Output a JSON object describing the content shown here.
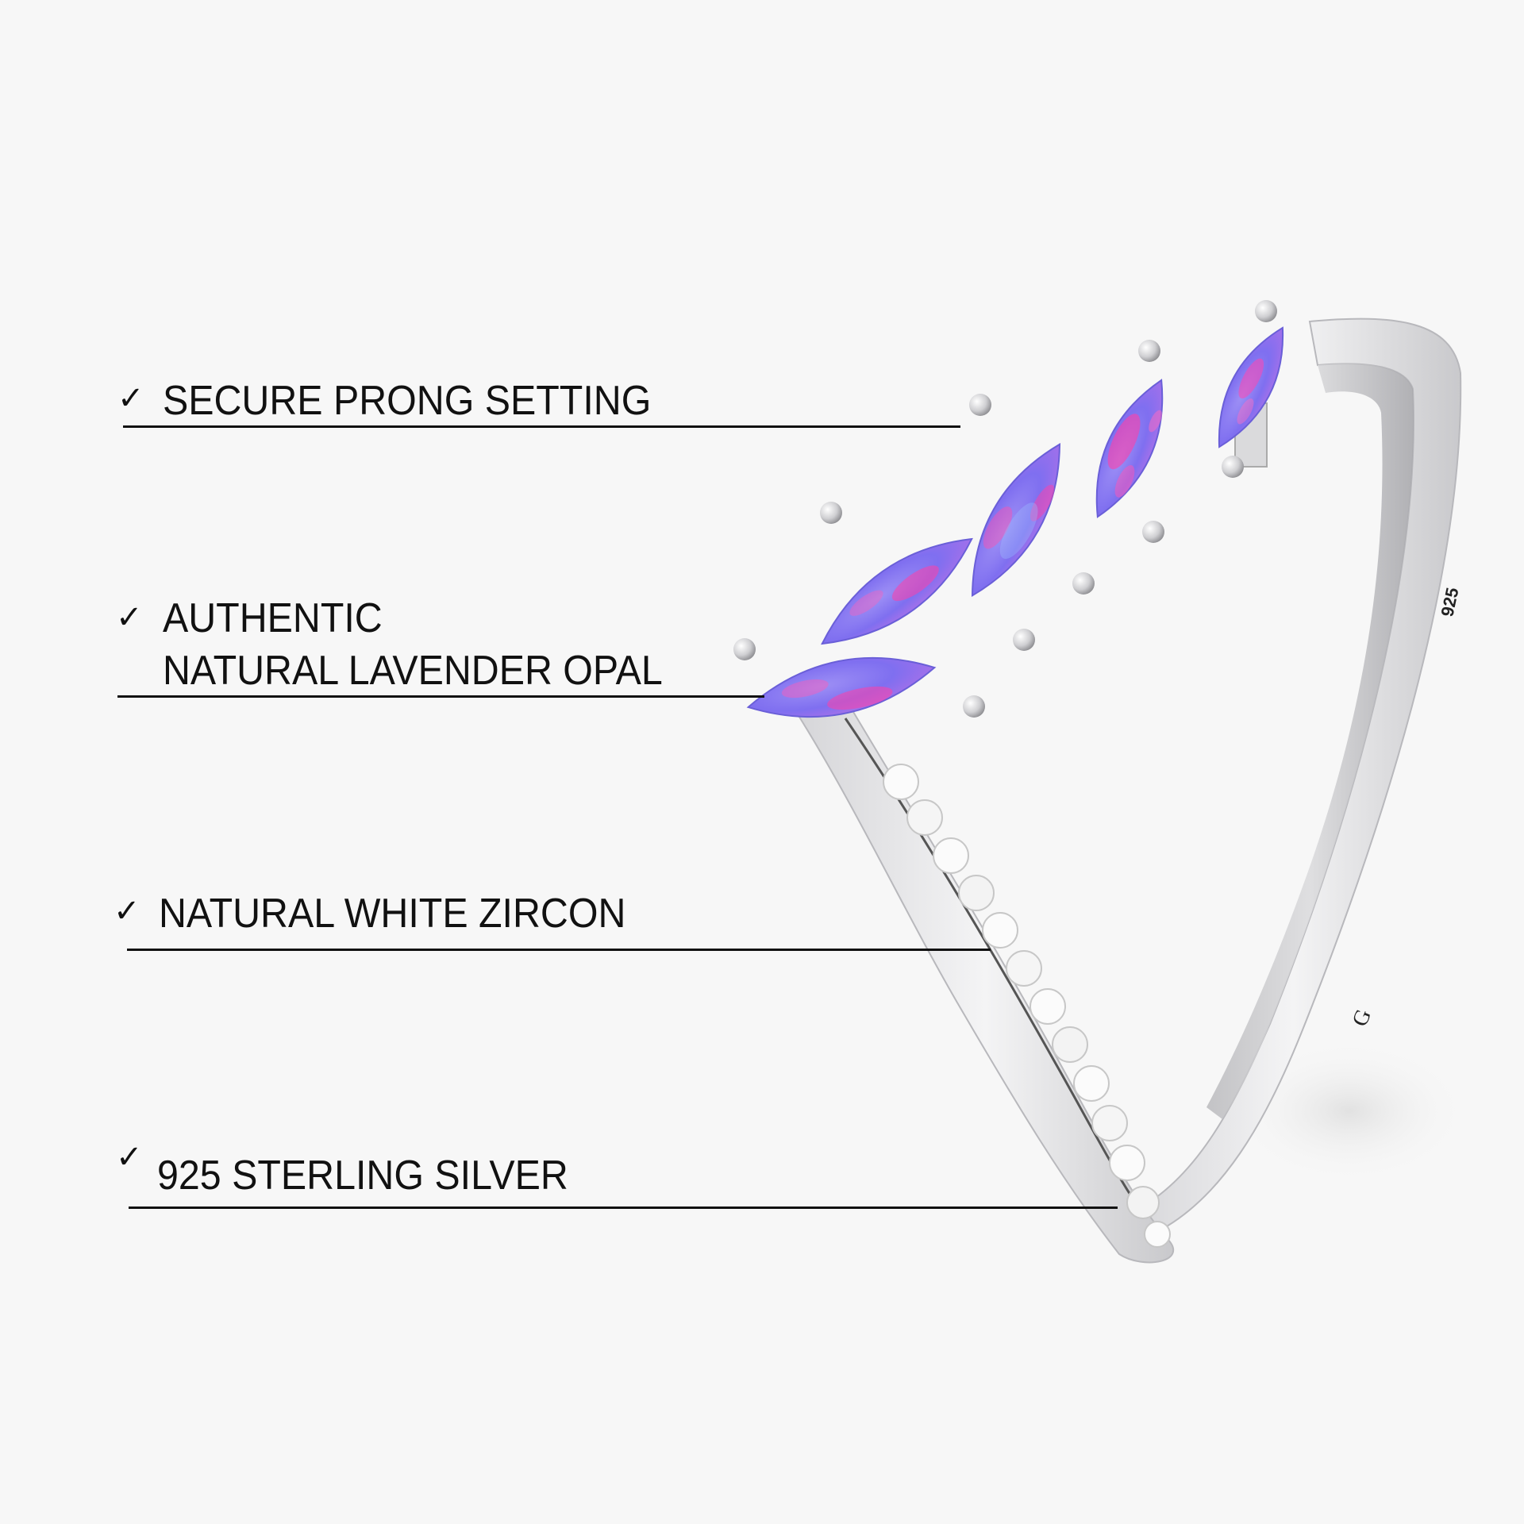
{
  "background_color": "#f7f7f7",
  "features": [
    {
      "label_lines": [
        "SECURE PRONG SETTING"
      ],
      "icon": "checkmark-icon",
      "check": "✓"
    },
    {
      "label_lines": [
        "AUTHENTIC",
        "NATURAL LAVENDER OPAL"
      ],
      "icon": "checkmark-icon",
      "check": "✓"
    },
    {
      "label_lines": [
        "NATURAL WHITE ZIRCON"
      ],
      "icon": "checkmark-icon",
      "check": "✓"
    },
    {
      "label_lines": [
        "925 STERLING SILVER"
      ],
      "icon": "checkmark-icon",
      "check": "✓"
    }
  ],
  "product": {
    "description": "Lavender opal marquise chevron ring in sterling silver with white zircon pavé",
    "stone_count": 5,
    "stamp_inner": "925",
    "maker_mark": "G"
  },
  "colors": {
    "text": "#111111",
    "opal_base": "#8a7cf0",
    "opal_flash": "#ff3fa8",
    "silver": "#e6e6e8"
  }
}
